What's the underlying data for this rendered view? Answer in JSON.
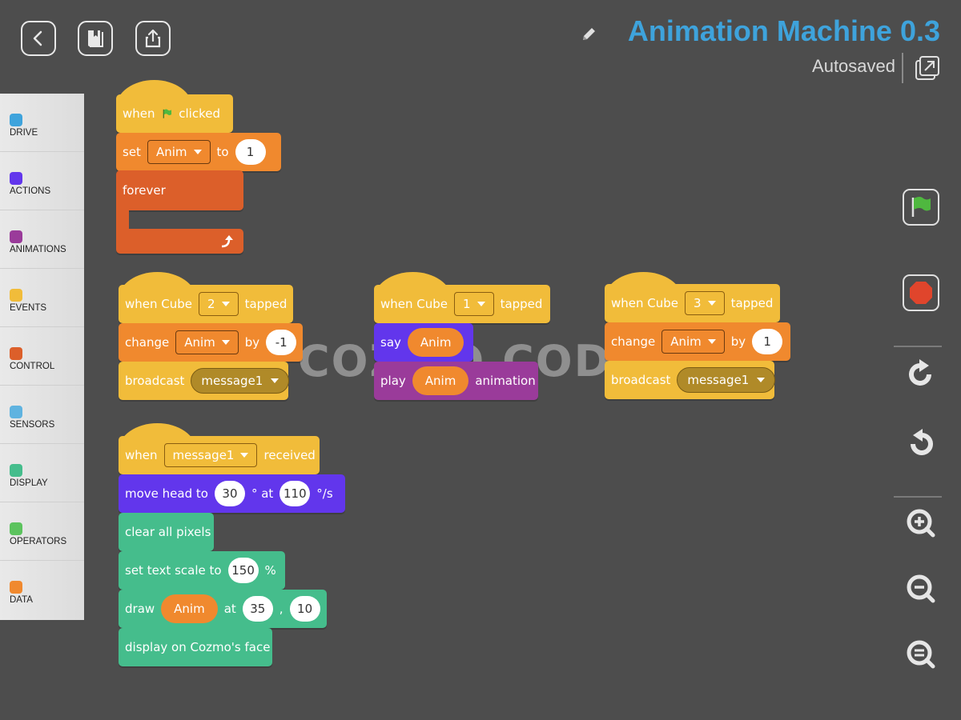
{
  "title": "Animation Machine 0.3",
  "autosave_status": "Autosaved",
  "watermark": "COZMO CODE L",
  "palette": [
    {
      "label": "DRIVE",
      "color": "#3ea3dc"
    },
    {
      "label": "ACTIONS",
      "color": "#6236ec"
    },
    {
      "label": "ANIMATIONS",
      "color": "#9a3b9a"
    },
    {
      "label": "EVENTS",
      "color": "#f1bc3a"
    },
    {
      "label": "CONTROL",
      "color": "#dc5f2a"
    },
    {
      "label": "SENSORS",
      "color": "#5fb3e0"
    },
    {
      "label": "DISPLAY",
      "color": "#45bd8c"
    },
    {
      "label": "OPERATORS",
      "color": "#5cc35e"
    },
    {
      "label": "DATA",
      "color": "#f0892e"
    }
  ],
  "toolbar_icons": [
    "back-icon",
    "book-icon",
    "share-icon"
  ],
  "right_controls": [
    "green-flag-icon",
    "stop-icon",
    "redo-icon",
    "undo-icon",
    "zoom-in-icon",
    "zoom-out-icon",
    "zoom-reset-icon"
  ],
  "script1": {
    "when": "when",
    "clicked": "clicked",
    "set": "set",
    "var": "Anim",
    "to": "to",
    "value": "1",
    "forever": "forever"
  },
  "script2": {
    "when_cube": "when Cube",
    "cube": "2",
    "tapped": "tapped",
    "change": "change",
    "var": "Anim",
    "by": "by",
    "value": "-1",
    "broadcast": "broadcast",
    "message": "message1"
  },
  "script3": {
    "when_cube": "when Cube",
    "cube": "1",
    "tapped": "tapped",
    "say": "say",
    "say_var": "Anim",
    "play": "play",
    "play_var": "Anim",
    "animation": "animation"
  },
  "script4": {
    "when_cube": "when Cube",
    "cube": "3",
    "tapped": "tapped",
    "change": "change",
    "var": "Anim",
    "by": "by",
    "value": "1",
    "broadcast": "broadcast",
    "message": "message1"
  },
  "script5": {
    "when": "when",
    "message": "message1",
    "received": "received",
    "move_head": "move head to",
    "deg": "30",
    "deg_unit": "° at",
    "speed": "110",
    "speed_unit": "°/s",
    "clear": "clear all pixels",
    "scale": "set text scale to",
    "scale_val": "150",
    "pct": "%",
    "draw": "draw",
    "draw_var": "Anim",
    "at": "at",
    "x": "35",
    "comma": ",",
    "y": "10",
    "display": "display on Cozmo's face"
  }
}
